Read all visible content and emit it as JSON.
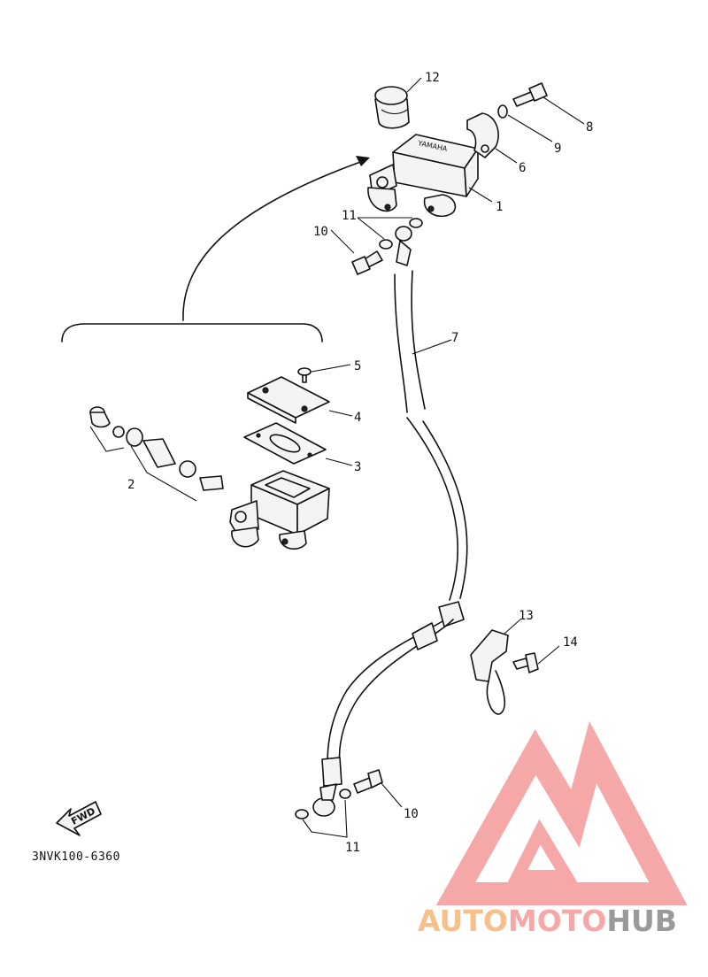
{
  "diagram": {
    "callouts": [
      "1",
      "2",
      "3",
      "4",
      "5",
      "6",
      "7",
      "8",
      "9",
      "10",
      "11",
      "12",
      "13",
      "14"
    ],
    "callout_10b": "10",
    "callout_11b": "11",
    "fwd_label": "FWD",
    "drawing_code": "3NVK100-6360"
  },
  "watermark": {
    "word_part1": "AUTO",
    "word_part2": "MOTO",
    "word_part3": "HUB",
    "colors": {
      "auto": "#f7c08a",
      "moto": "#f6a7a7",
      "hub": "#9a9a9a",
      "logo": "#f59a9a"
    }
  }
}
